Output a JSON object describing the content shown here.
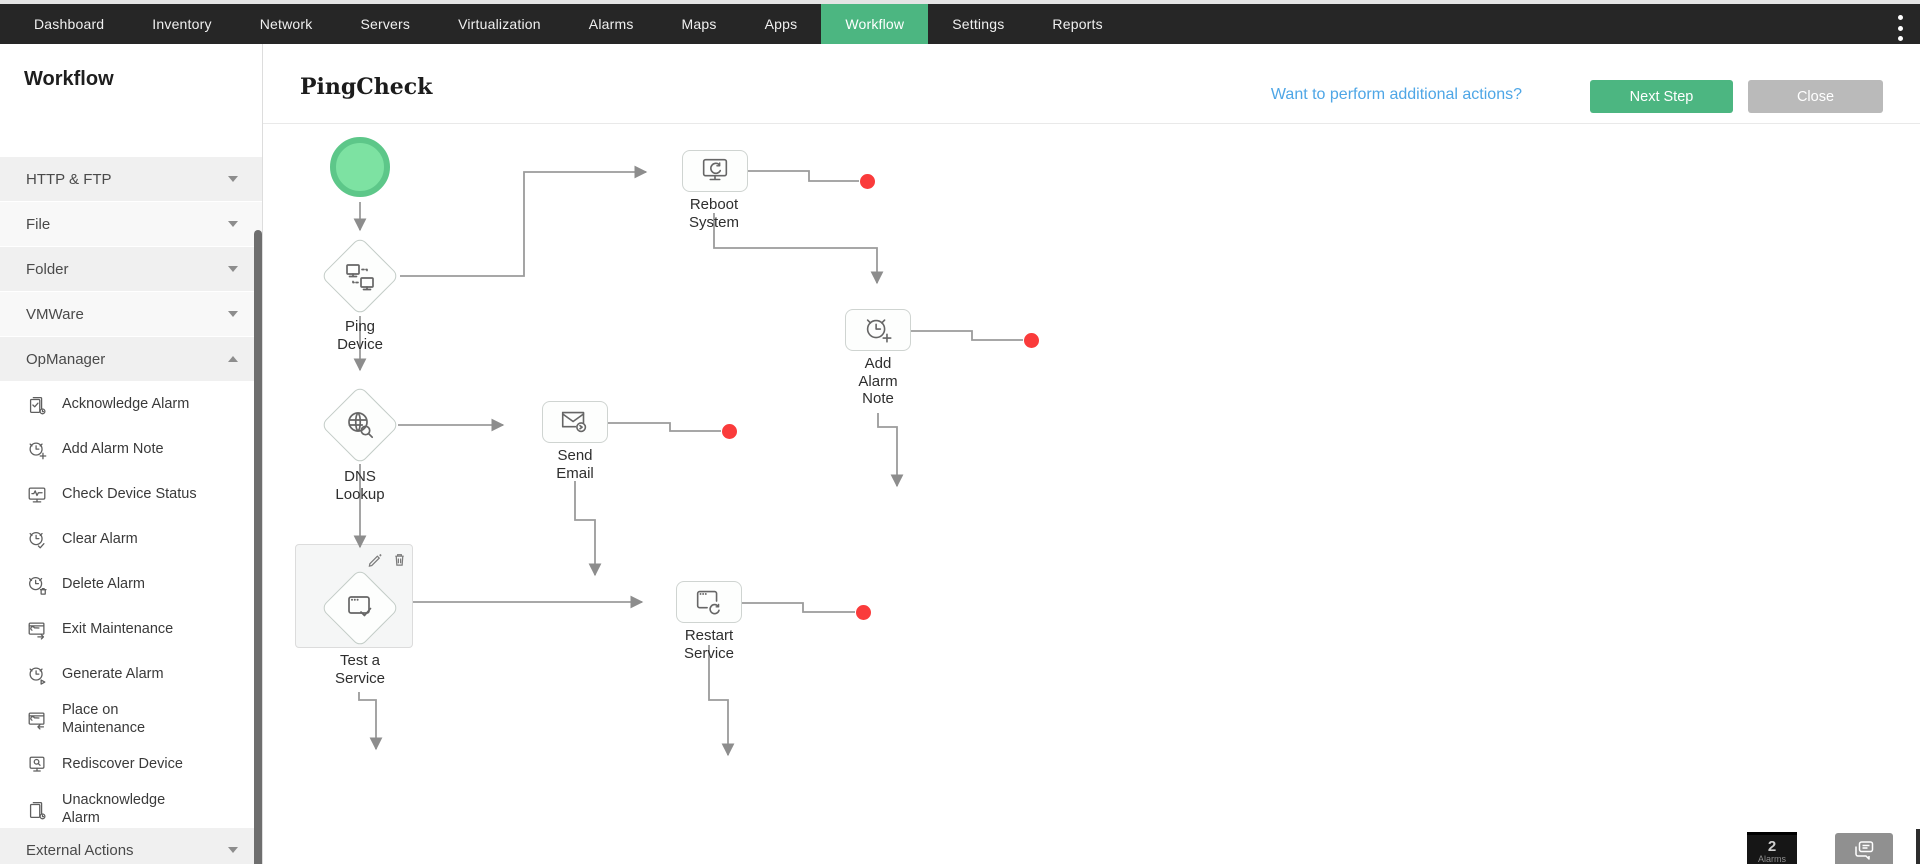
{
  "nav": {
    "items": [
      "Dashboard",
      "Inventory",
      "Network",
      "Servers",
      "Virtualization",
      "Alarms",
      "Maps",
      "Apps",
      "Workflow",
      "Settings",
      "Reports"
    ],
    "active_item": "Workflow",
    "more_icon": "kebab-menu-icon"
  },
  "sidebar": {
    "title": "Workflow",
    "sections": [
      {
        "label": "HTTP & FTP",
        "state": "collapsed"
      },
      {
        "label": "File",
        "state": "collapsed"
      },
      {
        "label": "Folder",
        "state": "collapsed"
      },
      {
        "label": "VMWare",
        "state": "collapsed"
      },
      {
        "label": "OpManager",
        "state": "expanded",
        "items": [
          {
            "icon": "acknowledge-alarm-icon",
            "label": "Acknowledge Alarm"
          },
          {
            "icon": "add-alarm-note-icon",
            "label": "Add Alarm Note"
          },
          {
            "icon": "check-device-status-icon",
            "label": "Check Device Status"
          },
          {
            "icon": "clear-alarm-icon",
            "label": "Clear Alarm"
          },
          {
            "icon": "delete-alarm-icon",
            "label": "Delete Alarm"
          },
          {
            "icon": "exit-maintenance-icon",
            "label": "Exit Maintenance"
          },
          {
            "icon": "generate-alarm-icon",
            "label": "Generate Alarm"
          },
          {
            "icon": "place-on-maintenance-icon",
            "label": "Place on Maintenance"
          },
          {
            "icon": "rediscover-device-icon",
            "label": "Rediscover Device"
          },
          {
            "icon": "unacknowledge-alarm-icon",
            "label": "Unacknowledge Alarm"
          }
        ]
      },
      {
        "label": "External Actions",
        "state": "collapsed"
      }
    ]
  },
  "header": {
    "title": "PingCheck",
    "link_label": "Want to perform additional actions?",
    "next_step_label": "Next Step",
    "close_label": "Close"
  },
  "canvas": {
    "nodes": [
      {
        "id": "start",
        "type": "start-circle",
        "label": ""
      },
      {
        "id": "ping-device",
        "type": "decision",
        "icon": "ping-device-icon",
        "label": "Ping Device"
      },
      {
        "id": "reboot-system",
        "type": "action",
        "icon": "reboot-system-icon",
        "label": "Reboot System"
      },
      {
        "id": "add-alarm-note",
        "type": "action",
        "icon": "add-alarm-note-icon",
        "label": "Add Alarm Note"
      },
      {
        "id": "dns-lookup",
        "type": "decision",
        "icon": "dns-lookup-icon",
        "label": "DNS Lookup"
      },
      {
        "id": "send-email",
        "type": "action",
        "icon": "send-email-icon",
        "label": "Send Email"
      },
      {
        "id": "test-a-service",
        "type": "decision",
        "icon": "test-service-icon",
        "label": "Test a Service",
        "selected": true,
        "tools": [
          "edit-icon",
          "trash-icon"
        ]
      },
      {
        "id": "restart-service",
        "type": "action",
        "icon": "restart-service-icon",
        "label": "Restart Service"
      }
    ],
    "endpoint_dots": 4
  },
  "bottom_bar": {
    "alarm_count": "2",
    "alarm_label": "Alarms",
    "chat_icon": "chat-icon"
  },
  "colors": {
    "nav_bg": "#262626",
    "accent_green": "#4cb681",
    "link_blue": "#4ea6e6",
    "close_gray": "#bababa",
    "endpoint_red": "#fa3b3b",
    "start_fill": "#7de2a2",
    "start_ring": "#5dc789",
    "wire_gray": "#9b9b9b"
  }
}
